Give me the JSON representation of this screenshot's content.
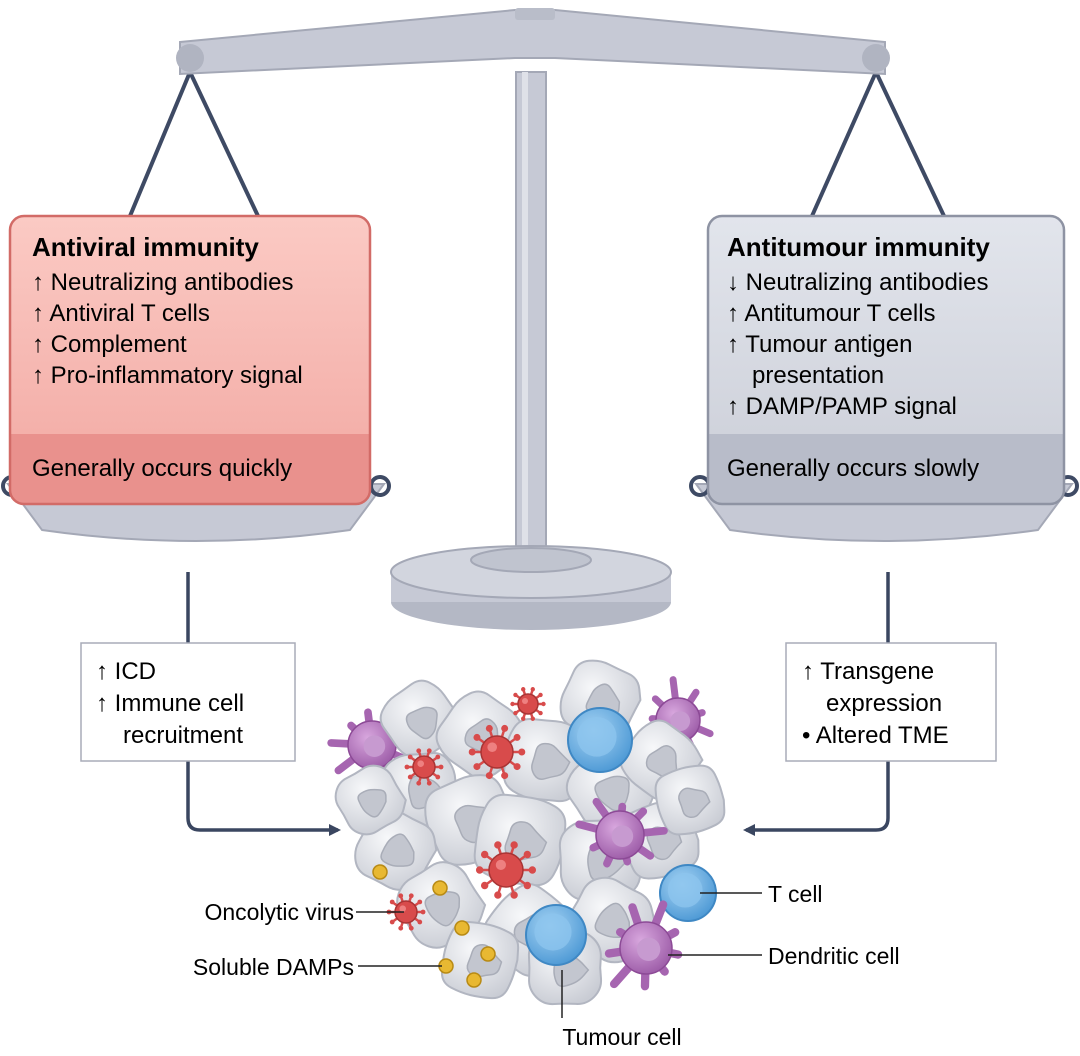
{
  "left_panel": {
    "title": "Antiviral immunity",
    "items": [
      "↑ Neutralizing antibodies",
      "↑ Antiviral T cells",
      "↑ Complement",
      "↑ Pro-inflammatory signal"
    ],
    "footer": "Generally occurs quickly",
    "colors": {
      "top": "#f9c3bd",
      "bottom": "#e8908c",
      "border": "#d66a66"
    }
  },
  "right_panel": {
    "title": "Antitumour immunity",
    "items": [
      "↓ Neutralizing antibodies",
      "↑ Antitumour T cells",
      "↑ Tumour antigen",
      "presentation",
      "↑ DAMP/PAMP signal"
    ],
    "footer": "Generally occurs slowly",
    "colors": {
      "top": "#dcdfe8",
      "bottom": "#b7bbc8",
      "border": "#8e93a3"
    }
  },
  "left_box": {
    "lines": [
      "↑ ICD",
      "↑ Immune cell",
      "recruitment"
    ]
  },
  "right_box": {
    "lines": [
      "↑ Transgene",
      "expression",
      "• Altered TME"
    ]
  },
  "labels": {
    "oncolytic_virus": "Oncolytic virus",
    "soluble_damps": "Soluble DAMPs",
    "tumour_cell": "Tumour cell",
    "t_cell": "T cell",
    "dendritic_cell": "Dendritic cell"
  },
  "colors": {
    "scale": "#c5c8d4",
    "scale_dark": "#9a9eac",
    "arrow": "#3a4660",
    "virus": "#d84b4b",
    "damp": "#e8b832",
    "t_cell": "#6fb3e6",
    "dendritic": "#b77cc0",
    "tumour": "#dfe1e6"
  }
}
